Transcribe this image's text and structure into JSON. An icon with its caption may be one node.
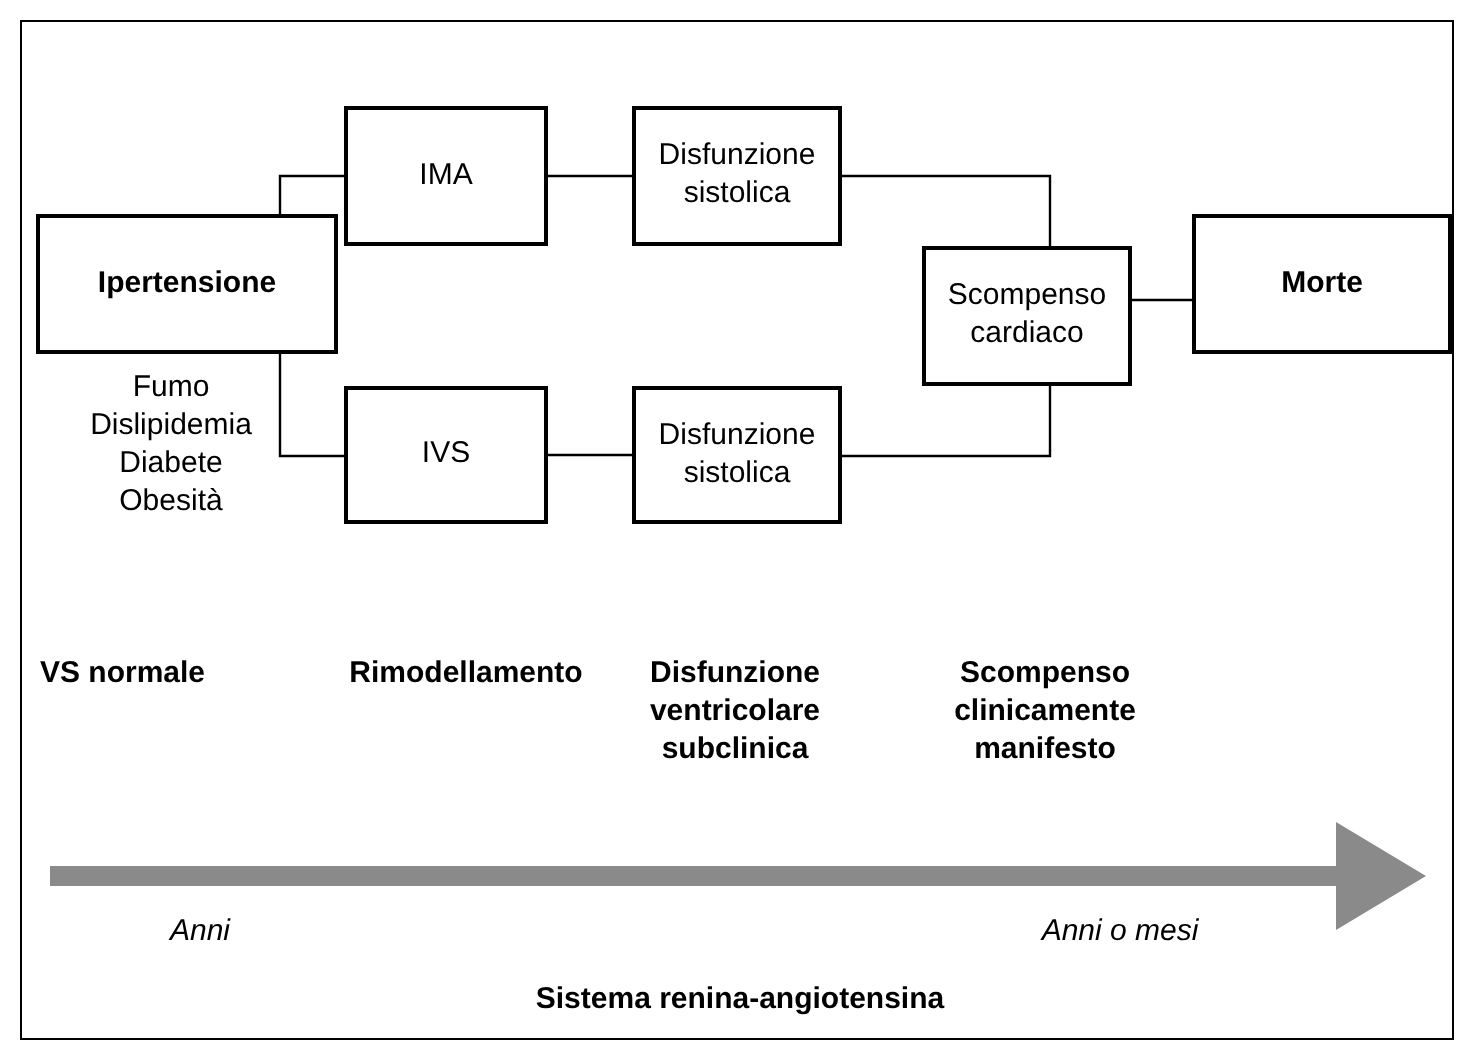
{
  "diagram": {
    "nodes": [
      {
        "text": [
          "Ipertensione"
        ],
        "beside": [
          "Fumo",
          "Dislipidemia",
          "Diabete",
          "Obesità"
        ]
      },
      {
        "text": [
          "IMA"
        ]
      },
      {
        "text": [
          "Disfunzione sistolica"
        ]
      },
      {
        "text": [
          "IVS"
        ]
      },
      {
        "text": [
          "Disfunzione sistolica"
        ]
      },
      {
        "text": [
          "Scompenso cardiaco"
        ]
      },
      {
        "text": [
          "Morte"
        ]
      }
    ],
    "edges": [
      {
        "from": 0,
        "to": 1,
        "arrow": "none"
      },
      {
        "from": 1,
        "to": 2,
        "arrow": "none"
      },
      {
        "from": 0,
        "to": 3,
        "arrow": "none"
      },
      {
        "from": 3,
        "to": 4,
        "arrow": "none"
      },
      {
        "from": 2,
        "to": 5,
        "arrow": "none"
      },
      {
        "from": 4,
        "to": 5,
        "arrow": "none"
      },
      {
        "from": 5,
        "to": 6,
        "arrow": "none"
      }
    ],
    "labels": [
      "VS normale",
      "Rimodellamento",
      "Disfunzione ventricolare subclinica",
      "Scompenso clinicamente manifesto",
      "Anni",
      "Anni o mesi",
      "Sistema renina-angiotensina"
    ]
  }
}
